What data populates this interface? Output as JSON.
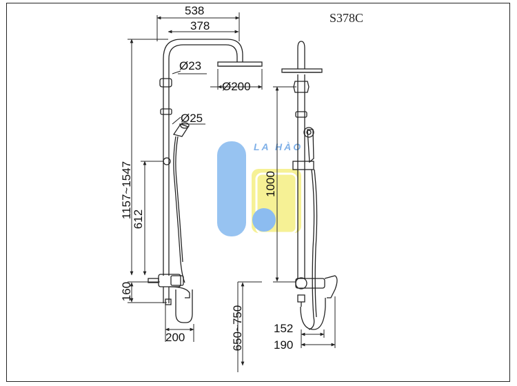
{
  "model_code": "S378C",
  "watermark": "LA HÀO",
  "colors": {
    "line": "#222222",
    "watermark_blue": "#8cbcf0",
    "watermark_yellow": "#f5f08a"
  },
  "dimensions": {
    "overall_width": "538",
    "arm_width": "378",
    "arm_tube_diameter": "Ø23",
    "head_diameter": "Ø200",
    "riser_diameter": "Ø25",
    "adjustable_height": "1157~1547",
    "rail_height": "612",
    "outlet_height": "160",
    "spout_reach": "200",
    "slide_height": "1000",
    "install_height": "650~750",
    "wall_offset_a": "152",
    "wall_offset_b": "190"
  }
}
